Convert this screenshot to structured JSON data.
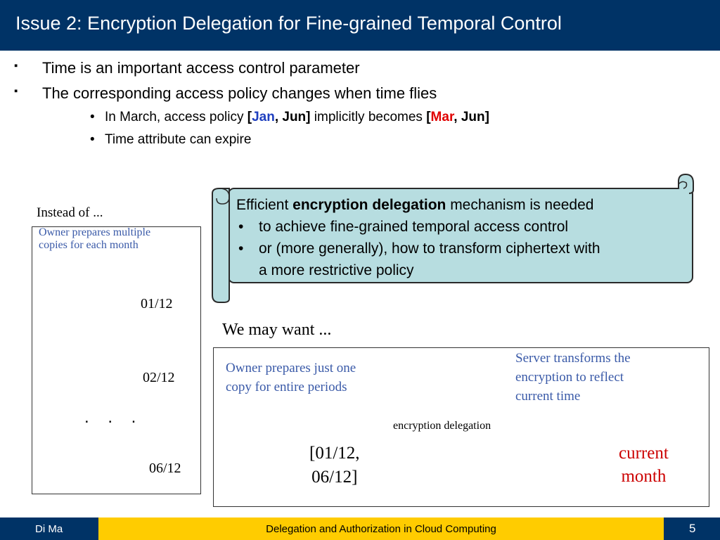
{
  "slide": {
    "title": "Issue 2: Encryption Delegation for Fine-grained Temporal Control"
  },
  "bullets": {
    "level1": [
      {
        "marker": "▪",
        "text": "Time is an important access control parameter"
      },
      {
        "marker": "▪",
        "text": "The corresponding access policy changes when time flies"
      }
    ],
    "level2": {
      "item1": {
        "marker": "•",
        "pre": "In March, access policy ",
        "open1": "[",
        "jan": "Jan",
        "comma_jun1": ", Jun]",
        "mid": " implicitly becomes ",
        "open2": "[",
        "mar": "Mar",
        "comma_jun2": ", Jun]"
      },
      "item2": {
        "marker": "•",
        "text": "Time attribute can expire"
      }
    }
  },
  "callout": {
    "line1_pre": "Efficient ",
    "line1_bold": "encryption delegation",
    "line1_post": " mechanism is needed",
    "items": [
      {
        "marker": "•",
        "text": "to achieve fine-grained temporal access control"
      },
      {
        "marker": "•",
        "text": "or (more generally), how to transform ciphertext with"
      },
      {
        "marker": "",
        "text": "a more restrictive policy"
      }
    ]
  },
  "left_figure": {
    "heading": "Instead of ...",
    "caption_line1": "Owner prepares multiple",
    "caption_line2": "copies for each month",
    "dates": [
      "01/12",
      "02/12",
      "06/12"
    ],
    "ellipsis": ". . ."
  },
  "right_figure": {
    "heading": "We may want  ...",
    "caption_left_line1": "Owner prepares just one",
    "caption_left_line2": "copy for entire periods",
    "range_line1": "[01/12,",
    "range_line2": "06/12]",
    "arrow_label": "encryption delegation",
    "caption_right_line1": "Server transforms the",
    "caption_right_line2": "encryption to reflect",
    "caption_right_line3": "current time",
    "current_line1": "current",
    "current_line2": "month"
  },
  "footer": {
    "author": "Di Ma",
    "title": "Delegation and Authorization in Cloud Computing",
    "page": "5"
  },
  "colors": {
    "title_bar": "#003366",
    "footer_mid": "#ffcc00",
    "callout_fill": "#b7dde0",
    "document_fill": "#9cc8ee",
    "accent_blue": "#1f3fbf",
    "accent_red": "#e00000"
  }
}
